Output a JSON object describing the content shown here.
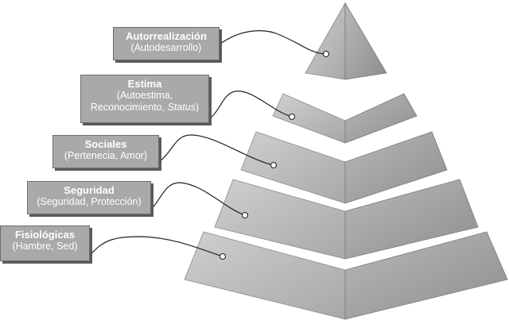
{
  "diagram": {
    "levels": [
      {
        "title": "Autorrealización",
        "lines": [
          "(Autodesarrollo)"
        ]
      },
      {
        "title": "Estima",
        "lines": [
          "(Autoestima,",
          "Reconocimiento, ",
          "Status",
          ")"
        ]
      },
      {
        "title": "Sociales",
        "lines": [
          "(Pertenecia, Amor)"
        ]
      },
      {
        "title": "Seguridad",
        "lines": [
          "(Seguridad, Protección)"
        ]
      },
      {
        "title": "Fisiológicas",
        "lines": [
          "(Hambre, Sed)"
        ]
      }
    ],
    "colors": {
      "box_fill": "#a9a9a9",
      "box_shadow": "#5a5a5a",
      "box_text": "#ffffff",
      "tier_light": "#c4c4c4",
      "tier_dark": "#9a9a9a",
      "connector": "#222222"
    }
  }
}
